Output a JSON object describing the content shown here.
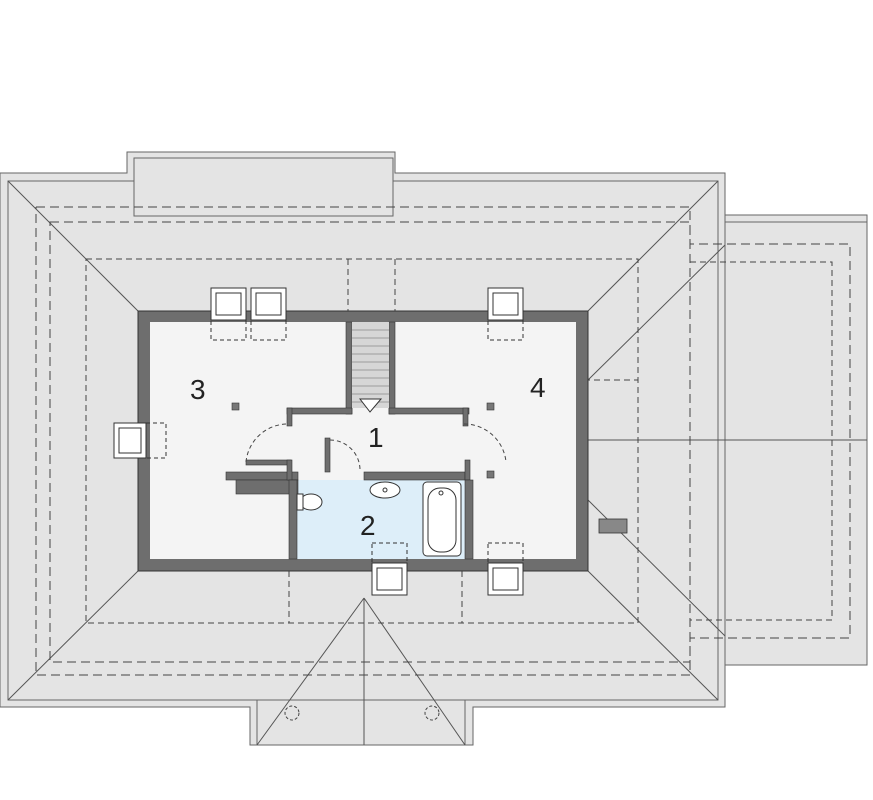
{
  "floor_plan": {
    "rooms": [
      {
        "number": "1"
      },
      {
        "number": "2"
      },
      {
        "number": "3"
      },
      {
        "number": "4"
      }
    ],
    "colors": {
      "roof": "#e4e4e4",
      "roof_outline": "#666666",
      "floor": "#f4f4f4",
      "wall": "#6e6e6e",
      "bathroom": "#ddeef9",
      "dashed": "#444444"
    }
  }
}
